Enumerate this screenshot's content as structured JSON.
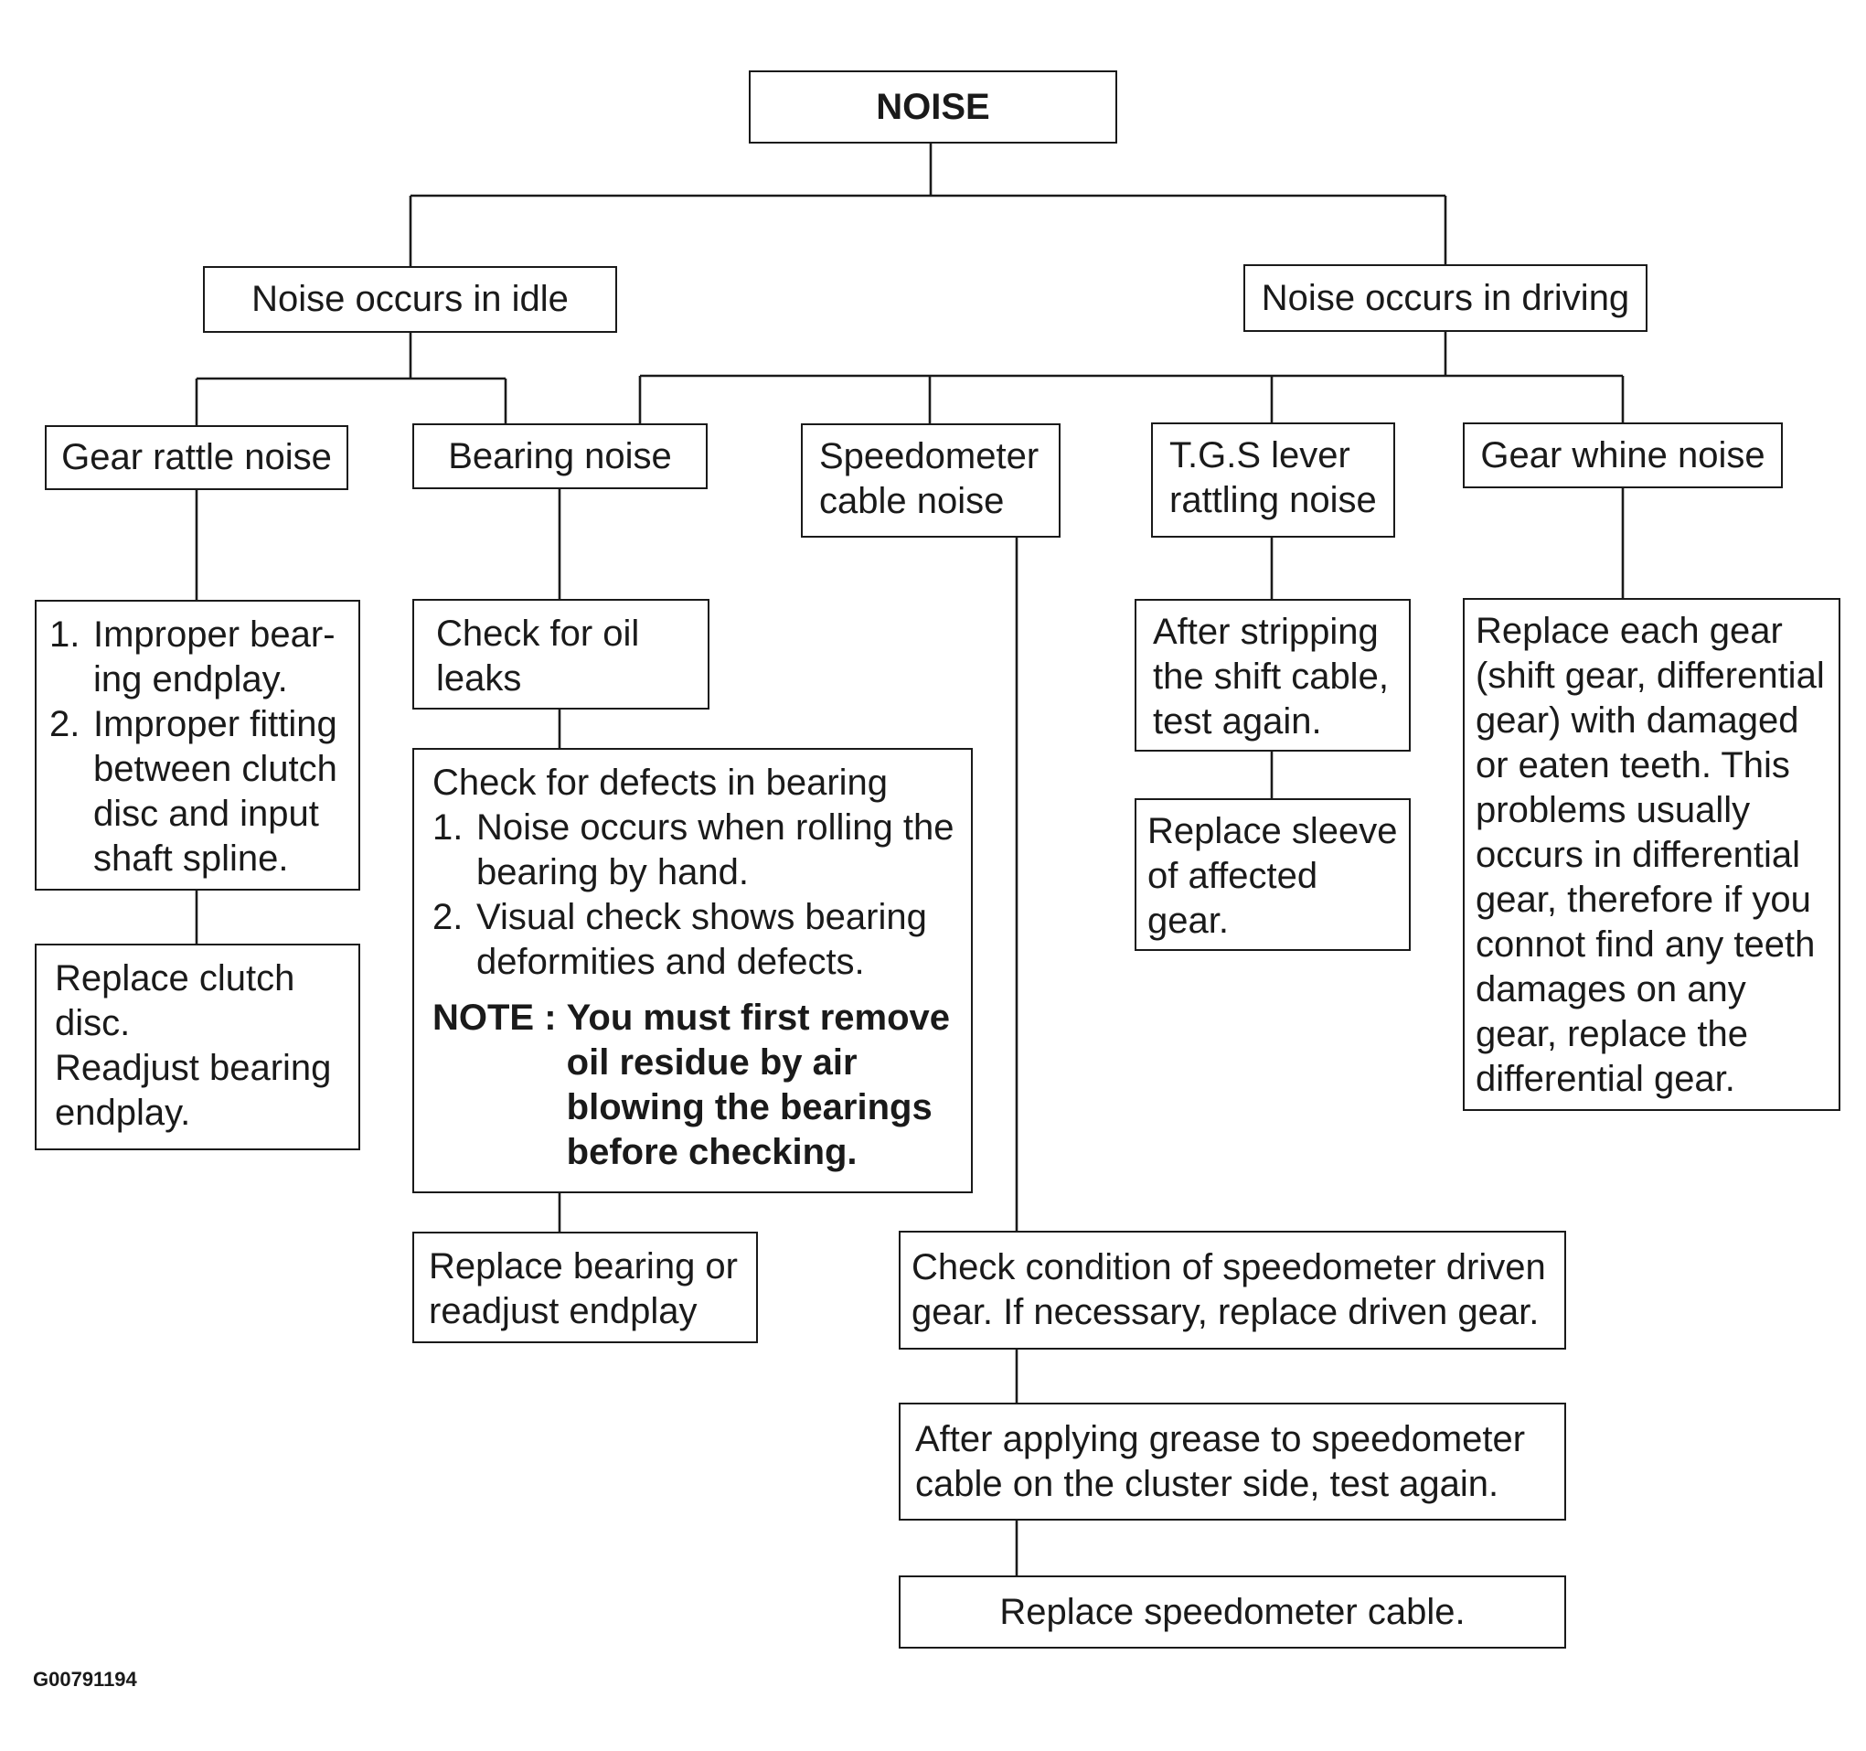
{
  "diagram": {
    "root": "NOISE",
    "idle": "Noise occurs in idle",
    "driving": "Noise occurs in driving",
    "gear_rattle": {
      "label": "Gear rattle noise",
      "causes": [
        {
          "num": "1.",
          "text": "Improper bear- ing endplay."
        },
        {
          "num": "2.",
          "text": "Improper fitting between clutch disc and input shaft spline."
        }
      ],
      "remedy": [
        "Replace clutch disc.",
        "Readjust bearing endplay."
      ]
    },
    "bearing": {
      "label": "Bearing noise",
      "step1": "Check for oil leaks",
      "step2": {
        "heading": "Check for defects in bearing",
        "items": [
          {
            "num": "1.",
            "text": "Noise occurs when rolling the bearing by hand."
          },
          {
            "num": "2.",
            "text": "Visual check shows bearing deformities and defects."
          }
        ],
        "note_label": "NOTE : ",
        "note_text": "You must first remove oil residue by air blowing the bearings before checking."
      },
      "remedy": "Replace bearing or readjust endplay"
    },
    "speedometer": {
      "label": "Speedometer cable noise",
      "step1": "Check condition of speedometer driven gear. If necessary, replace driven gear.",
      "step2": "After applying grease to speedometer cable on the cluster side, test again.",
      "step3": "Replace speedometer cable."
    },
    "tgs": {
      "label": "T.G.S lever rattling noise",
      "step1": "After stripping the shift cable, test again.",
      "step2": "Replace sleeve of affected gear."
    },
    "gear_whine": {
      "label": "Gear whine noise",
      "remedy": "Replace each gear (shift gear, differential gear) with damaged or eaten teeth. This problems usually occurs in differential gear, therefore if you connot find any teeth damages on any gear, replace the differential gear."
    }
  },
  "figure_code": "G00791194"
}
